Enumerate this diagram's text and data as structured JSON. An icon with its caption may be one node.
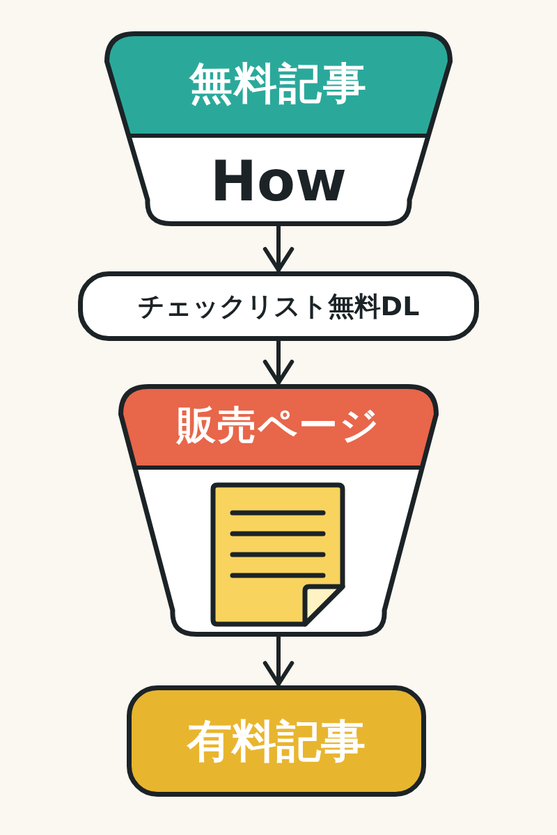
{
  "diagram": {
    "nodes": [
      {
        "text": [
          "無料記事",
          "How"
        ]
      },
      {
        "text": [
          "チェックリスト無料DL"
        ]
      },
      {
        "text": [
          "販売ページ"
        ]
      },
      {
        "text": [
          "有料記事"
        ]
      }
    ],
    "edges": [
      {
        "from": 0,
        "to": 1,
        "arrow": "to"
      },
      {
        "from": 1,
        "to": 2,
        "arrow": "to"
      },
      {
        "from": 2,
        "to": 3,
        "arrow": "to"
      }
    ]
  }
}
